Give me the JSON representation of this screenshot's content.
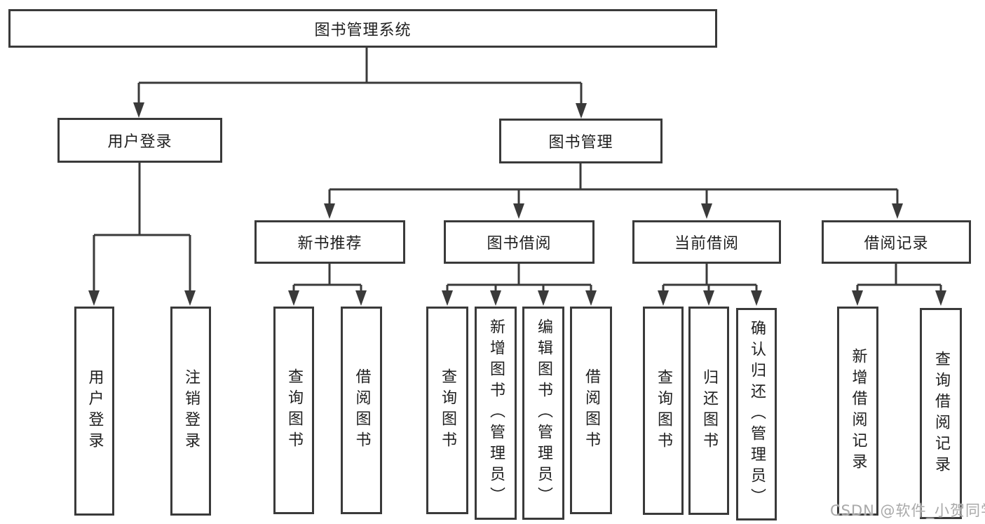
{
  "tree": {
    "root": {
      "label": "图书管理系统",
      "children": [
        {
          "label": "用户登录",
          "children": [
            {
              "label": "用户登录"
            },
            {
              "label": "注销登录"
            }
          ]
        },
        {
          "label": "图书管理",
          "children": [
            {
              "label": "新书推荐",
              "children": [
                {
                  "label": "查询图书"
                },
                {
                  "label": "借阅图书"
                }
              ]
            },
            {
              "label": "图书借阅",
              "children": [
                {
                  "label": "查询图书"
                },
                {
                  "label": "新增图书（管理员）"
                },
                {
                  "label": "编辑图书（管理员）"
                },
                {
                  "label": "借阅图书"
                }
              ]
            },
            {
              "label": "当前借阅",
              "children": [
                {
                  "label": "查询图书"
                },
                {
                  "label": "归还图书"
                },
                {
                  "label": "确认归还（管理员）"
                }
              ]
            },
            {
              "label": "借阅记录",
              "children": [
                {
                  "label": "新增借阅记录"
                },
                {
                  "label": "查询借阅记录"
                }
              ]
            }
          ]
        }
      ]
    }
  },
  "watermark": {
    "text": "CSDN @软件_小贺同学"
  },
  "colors": {
    "line": "#3a3a3a",
    "box_border": "#3a3a3a",
    "text": "#1f1f1f",
    "watermark": "#a9a9a9",
    "background": "#ffffff"
  }
}
